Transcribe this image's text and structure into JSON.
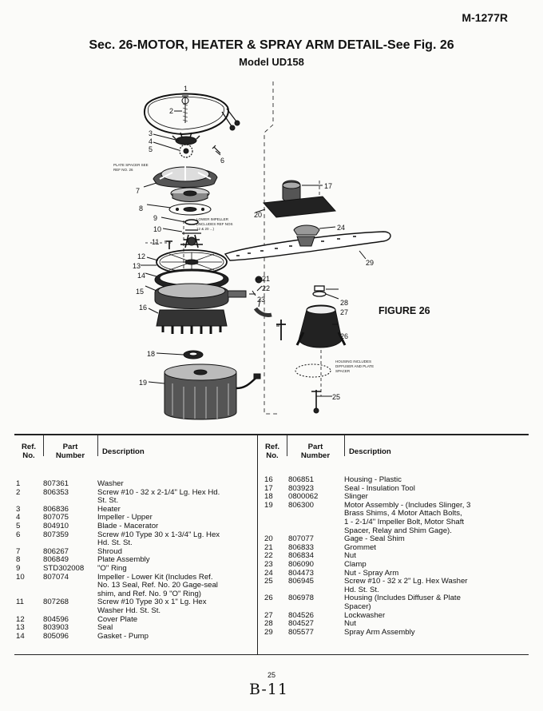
{
  "doc_id": "M-1277R",
  "title": "Sec. 26-MOTOR, HEATER & SPRAY ARM DETAIL-See Fig. 26",
  "subtitle": "Model UD158",
  "figure": {
    "label": "FIGURE 26",
    "callouts": [
      "1",
      "2",
      "3",
      "4",
      "5",
      "6",
      "7",
      "8",
      "9",
      "10",
      "11",
      "12",
      "13",
      "14",
      "15",
      "16",
      "17",
      "18",
      "19",
      "20",
      "21",
      "22",
      "23",
      "24",
      "25",
      "26",
      "27",
      "28",
      "29"
    ],
    "note_plate_spacer": [
      "PLATE SPACER SEE",
      "REF NO. 26"
    ],
    "note_lower_impeller": [
      "LOWER IMPELLER",
      "(INCLUDES REF NOS",
      "12 & 20 ...)"
    ],
    "note_housing": [
      "HOUSING INCLUDES",
      "DIFFUSER AND PLATE",
      "SPACER"
    ]
  },
  "table": {
    "headers": {
      "ref": "Ref.\nNo.",
      "part": "Part\nNumber",
      "desc": "Description"
    },
    "left_rows": [
      {
        "ref": "1",
        "part": "807361",
        "desc": "Washer"
      },
      {
        "ref": "2",
        "part": "806353",
        "desc": "Screw #10 - 32 x 2-1/4\" Lg. Hex Hd.\nSt. St."
      },
      {
        "ref": "3",
        "part": "806836",
        "desc": "Heater"
      },
      {
        "ref": "4",
        "part": "807075",
        "desc": "Impeller - Upper"
      },
      {
        "ref": "5",
        "part": "804910",
        "desc": "Blade - Macerator"
      },
      {
        "ref": "6",
        "part": "807359",
        "desc": "Screw #10 Type 30 x 1-3/4\" Lg. Hex\nHd. St. St."
      },
      {
        "ref": "7",
        "part": "806267",
        "desc": "Shroud"
      },
      {
        "ref": "8",
        "part": "806849",
        "desc": "Plate Assembly"
      },
      {
        "ref": "9",
        "part": "STD302008",
        "desc": "\"O\" Ring"
      },
      {
        "ref": "10",
        "part": "807074",
        "desc": "Impeller - Lower Kit (Includes Ref.\nNo. 13 Seal, Ref. No. 20 Gage-seal\nshim, and Ref. No. 9 \"O\" Ring)"
      },
      {
        "ref": "11",
        "part": "807268",
        "desc": "Screw #10 Type 30 x 1\" Lg. Hex\nWasher Hd. St. St."
      },
      {
        "ref": "12",
        "part": "804596",
        "desc": "Cover Plate"
      },
      {
        "ref": "13",
        "part": "803903",
        "desc": "Seal"
      },
      {
        "ref": "14",
        "part": "805096",
        "desc": "Gasket - Pump"
      }
    ],
    "right_rows": [
      {
        "ref": "16",
        "part": "806851",
        "desc": "Housing - Plastic"
      },
      {
        "ref": "17",
        "part": "803923",
        "desc": "Seal - Insulation Tool"
      },
      {
        "ref": "18",
        "part": "0800062",
        "desc": "Slinger"
      },
      {
        "ref": "19",
        "part": "806300",
        "desc": "Motor Assembly - (Includes Slinger, 3\nBrass Shims, 4 Motor Attach Bolts,\n1 - 2-1/4\" Impeller Bolt, Motor Shaft\nSpacer, Relay and Shim Gage)."
      },
      {
        "ref": "20",
        "part": "807077",
        "desc": "Gage - Seal Shim"
      },
      {
        "ref": "21",
        "part": "806833",
        "desc": "Grommet"
      },
      {
        "ref": "22",
        "part": "806834",
        "desc": "Nut"
      },
      {
        "ref": "23",
        "part": "806090",
        "desc": "Clamp"
      },
      {
        "ref": "24",
        "part": "804473",
        "desc": "Nut - Spray Arm"
      },
      {
        "ref": "25",
        "part": "806945",
        "desc": "Screw #10 - 32 x 2\" Lg. Hex Washer\nHd. St. St."
      },
      {
        "ref": "26",
        "part": "806978",
        "desc": "Housing (Includes Diffuser & Plate\nSpacer)"
      },
      {
        "ref": "27",
        "part": "804526",
        "desc": "Lockwasher"
      },
      {
        "ref": "28",
        "part": "804527",
        "desc": "Nut"
      },
      {
        "ref": "29",
        "part": "805577",
        "desc": "Spray Arm Assembly"
      }
    ]
  },
  "page_number": "25",
  "handwritten_note": "B-11"
}
